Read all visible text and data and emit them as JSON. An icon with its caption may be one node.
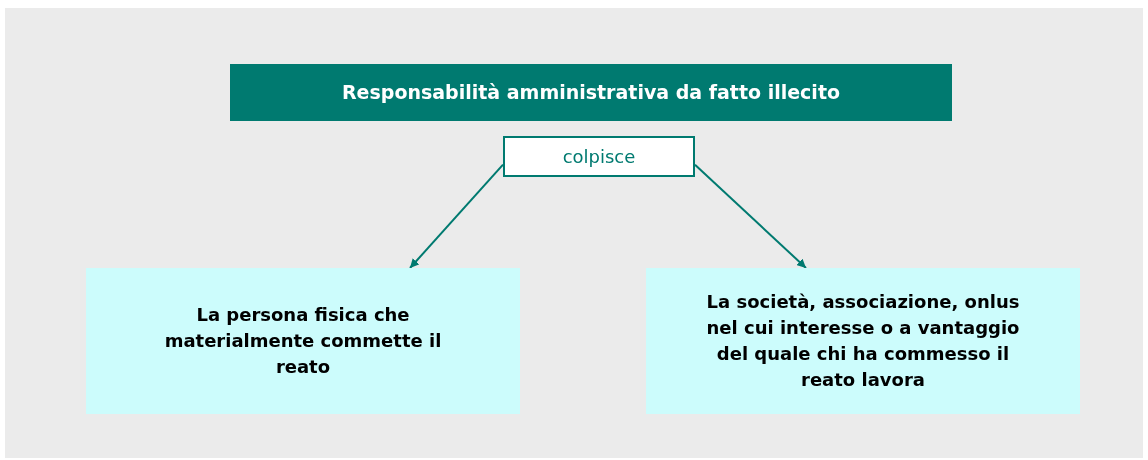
{
  "diagram": {
    "nodes": [
      {
        "text": [
          "Responsabilità amministrativa da fatto illecito"
        ]
      },
      {
        "text": [
          "colpisce"
        ]
      },
      {
        "text": [
          "La persona fisica che materialmente commette il reato"
        ]
      },
      {
        "text": [
          "La società, associazione, onlus nel cui interesse o a vantaggio del quale chi ha commesso il reato lavora"
        ]
      }
    ],
    "edges": [
      {
        "from": 1,
        "to": 2,
        "arrow": "to"
      },
      {
        "from": 1,
        "to": 3,
        "arrow": "to"
      }
    ]
  }
}
